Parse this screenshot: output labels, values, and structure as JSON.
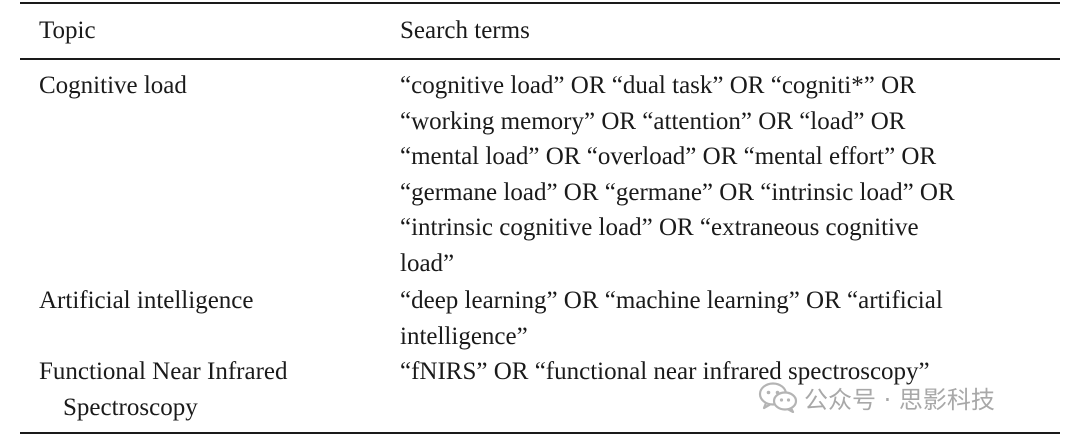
{
  "table": {
    "headers": {
      "topic": "Topic",
      "terms": "Search terms"
    },
    "rows": [
      {
        "topic_lines": [
          "Cognitive load"
        ],
        "terms_lines": [
          "“cognitive load” OR “dual task” OR “cogniti*” OR",
          "“working memory” OR “attention” OR “load” OR",
          "“mental load” OR “overload” OR “mental effort” OR",
          "“germane load” OR “germane” OR “intrinsic load” OR",
          "“intrinsic cognitive load” OR “extraneous cognitive",
          "load”"
        ]
      },
      {
        "topic_lines": [
          "Artificial intelligence"
        ],
        "terms_lines": [
          "“deep learning” OR “machine learning” OR “artificial",
          "intelligence”"
        ]
      },
      {
        "topic_lines": [
          "Functional Near Infrared",
          "Spectroscopy"
        ],
        "terms_lines": [
          "“fNIRS” OR “functional near infrared spectroscopy”"
        ]
      }
    ]
  },
  "watermark": {
    "icon": "wechat-icon",
    "text": "公众号 · 思影科技"
  }
}
